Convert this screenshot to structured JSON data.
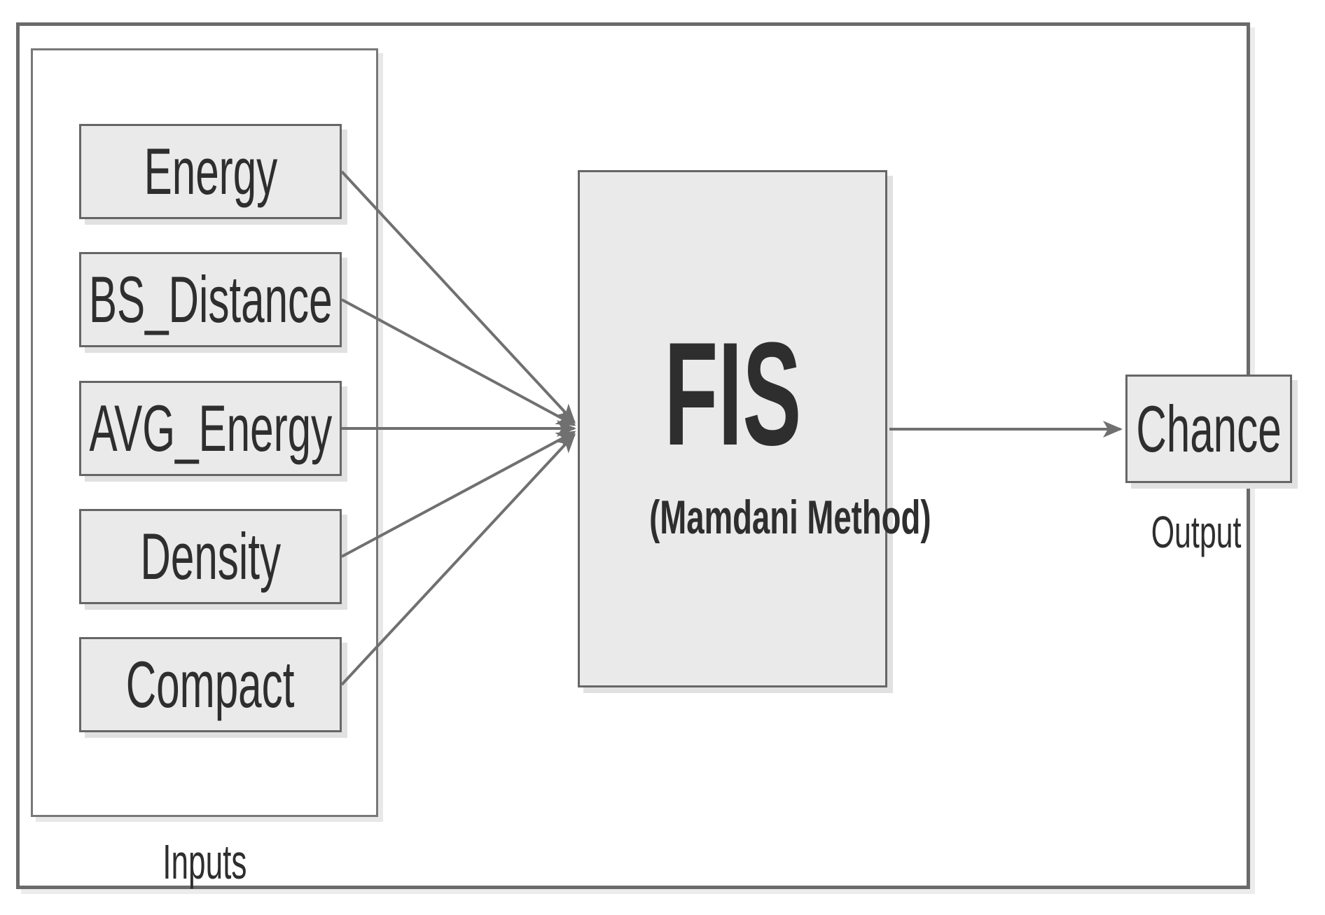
{
  "diagram": {
    "inputs_group_caption": "Inputs",
    "inputs": [
      {
        "label": "Energy"
      },
      {
        "label": "BS_Distance"
      },
      {
        "label": "AVG_Energy"
      },
      {
        "label": "Density"
      },
      {
        "label": "Compact"
      }
    ],
    "fis": {
      "title": "FIS",
      "subtitle": "(Mamdani Method)"
    },
    "output_box_label": "Chance",
    "output_caption": "Output",
    "colors": {
      "box_fill": "#eaeaea",
      "box_border": "#666666",
      "frame_border": "#6a6a6a",
      "arrow": "#707070",
      "text": "#2e2e2e"
    }
  }
}
